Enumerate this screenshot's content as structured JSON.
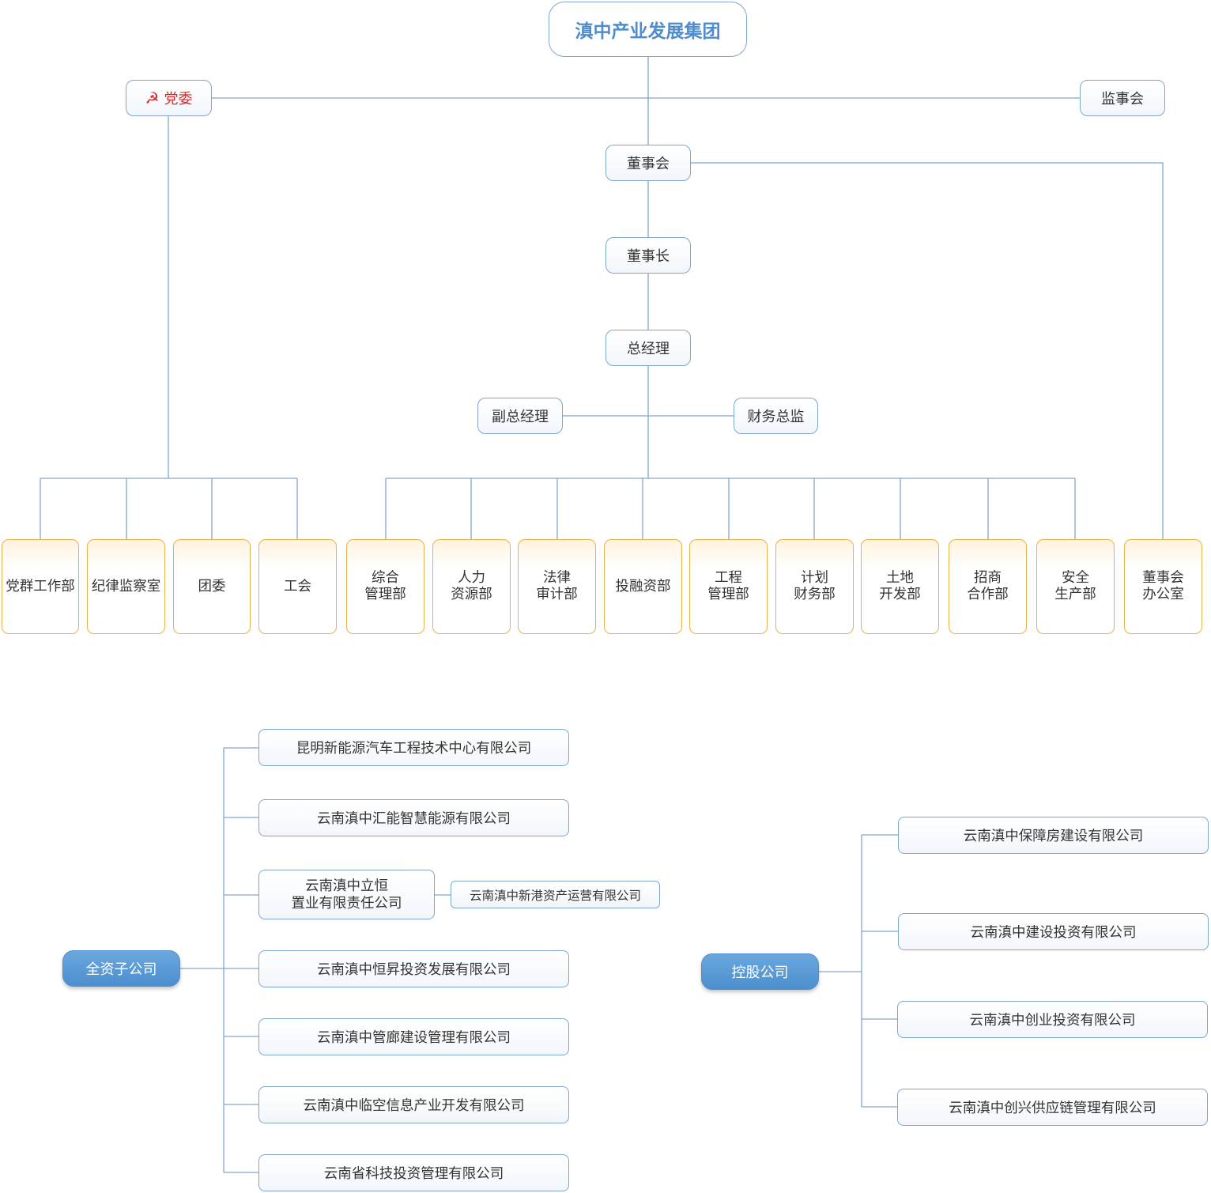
{
  "org": {
    "root": "滇中产业发展集团",
    "party": "党委",
    "party_icon": "hammer-sickle-icon",
    "supervisory": "监事会",
    "board": "董事会",
    "chairman": "董事长",
    "gm": "总经理",
    "vice_gm": "副总经理",
    "cfo": "财务总监"
  },
  "party_depts": [
    "党群工作部",
    "纪律监察室",
    "团委",
    "工会"
  ],
  "mgmt_depts": [
    [
      "综合",
      "管理部"
    ],
    [
      "人力",
      "资源部"
    ],
    [
      "法律",
      "审计部"
    ],
    [
      "投融资部"
    ],
    [
      "工程",
      "管理部"
    ],
    [
      "计划",
      "财务部"
    ],
    [
      "土地",
      "开发部"
    ],
    [
      "招商",
      "合作部"
    ],
    [
      "安全",
      "生产部"
    ]
  ],
  "board_office": [
    "董事会",
    "办公室"
  ],
  "wholly_owned": {
    "label": "全资子公司",
    "companies": [
      "昆明新能源汽车工程技术中心有限公司",
      "云南滇中汇能智慧能源有限公司",
      [
        "云南滇中立恒",
        "置业有限责任公司"
      ],
      "云南滇中恒昇投资发展有限公司",
      "云南滇中管廊建设管理有限公司",
      "云南滇中临空信息产业开发有限公司",
      "云南省科技投资管理有限公司"
    ],
    "sub_company": "云南滇中新港资产运营有限公司"
  },
  "holding": {
    "label": "控股公司",
    "companies": [
      "云南滇中保障房建设有限公司",
      "云南滇中建设投资有限公司",
      "云南滇中创业投资有限公司",
      "云南滇中创兴供应链管理有限公司"
    ]
  },
  "colors": {
    "line": "#7fa6cf",
    "accent": "#4f8ccc",
    "dept_border": "#e8b24b",
    "party_red": "#d22b2b",
    "group_fill": "#5b9bd5"
  }
}
